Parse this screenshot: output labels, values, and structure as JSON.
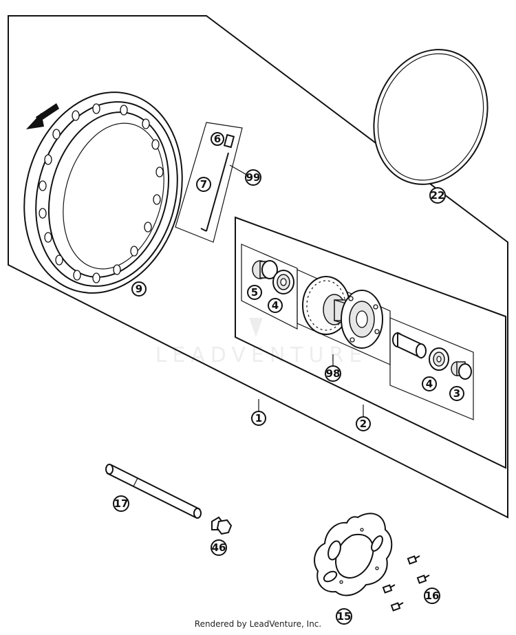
{
  "watermark": "LEADVENTURE",
  "footer": "Rendered by LeadVenture, Inc.",
  "callouts": {
    "p1": "1",
    "p2": "2",
    "p3": "3",
    "p4a": "4",
    "p4b": "4",
    "p5": "5",
    "p6": "6",
    "p7": "7",
    "p9": "9",
    "p15": "15",
    "p16": "16",
    "p17": "17",
    "p22": "22",
    "p46": "46",
    "p98": "98",
    "p99": "99"
  },
  "colors": {
    "line": "#111111",
    "background": "#ffffff"
  }
}
